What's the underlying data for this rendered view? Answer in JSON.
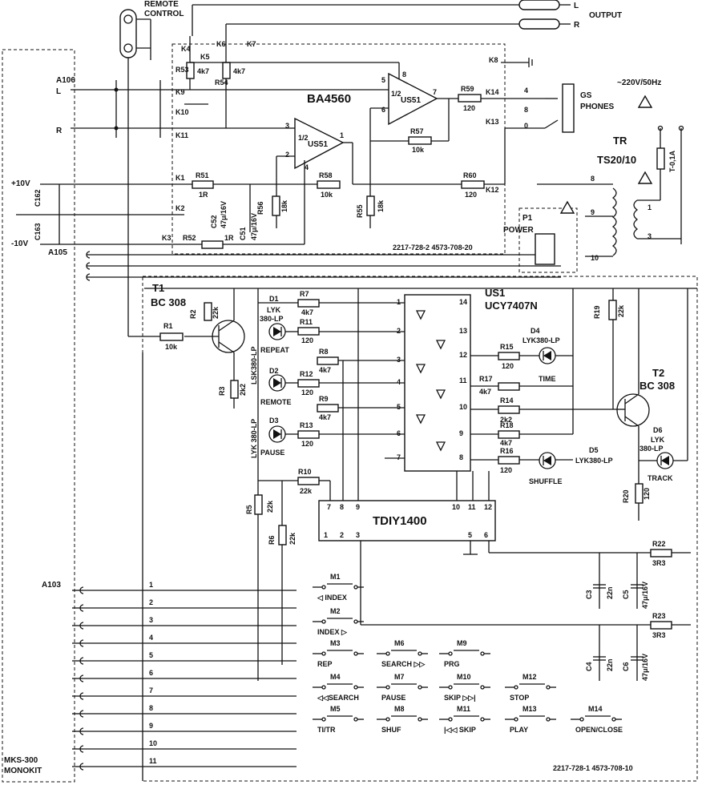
{
  "top": {
    "remote_control": "REMOTE\nCONTROL",
    "output": "OUTPUT",
    "out_l": "L",
    "out_r": "R",
    "k_labels": [
      "K4",
      "K5",
      "K6",
      "K7",
      "K8",
      "K9",
      "K10",
      "K11",
      "K1",
      "K2",
      "K3",
      "K14",
      "K13",
      "K12"
    ],
    "a106": "A106",
    "a106_l": "L",
    "a106_r": "R",
    "a105": "A105",
    "plus10v": "+10V",
    "minus10v": "-10V",
    "opamp_chip": "BA4560",
    "opamp_top": "US51",
    "opamp_bottom": "US51",
    "half": "1/2",
    "gs_phones": "GS\nPHONES",
    "mains": "~220V/50Hz",
    "tr": "TR",
    "tr_model": "TS20/10",
    "fuse": "T-0,1A",
    "p1": "P1",
    "power": "POWER",
    "board_top_code": "2217-728-2    4573-708-20",
    "components": {
      "R53": "R53",
      "R53v": "4k7",
      "R54": "R54",
      "R54v": "4k7",
      "R59": "R59",
      "R59v": "120",
      "R57": "R57",
      "R57v": "10k",
      "R60": "R60",
      "R60v": "120",
      "R51": "R51",
      "R51v": "1R",
      "R52": "R52",
      "R52v": "1R",
      "R58": "R58",
      "R58v": "10k",
      "R56": "R56",
      "R56v": "18k",
      "R55": "R55",
      "R55v": "18k",
      "C52": "C52",
      "C52v": "47μ/16V",
      "C51": "C51",
      "C51v": "47μ/16V",
      "C162": "C162",
      "C163": "C163"
    },
    "pin_nums": [
      "5",
      "8",
      "7",
      "6",
      "3",
      "1",
      "2",
      "4",
      "4",
      "8",
      "0",
      "8",
      "9",
      "1",
      "3",
      "10"
    ]
  },
  "bottom": {
    "t1": "T1",
    "t1_model": "BC 308",
    "t2": "T2",
    "t2_model": "BC 308",
    "us1": "US1",
    "us1_model": "UCY7407N",
    "tdiy": "TDIY1400",
    "a103": "A103",
    "mks": "MKS-300\nMONOKIT",
    "board_bottom_code": "2217-728-1    4573-708-10",
    "leds": {
      "D1": "D1",
      "D1type": "LYK\n380-LP",
      "D1name": "REPEAT",
      "D2": "D2",
      "D2name": "REMOTE",
      "D2type": "LSK380-LP",
      "D3": "D3",
      "D3name": "PAUSE",
      "D3type": "LYK 380-LP",
      "D4": "D4",
      "D4type": "LYK380-LP",
      "D4name": "TIME",
      "D5": "D5",
      "D5type": "LYK380-LP",
      "D5name": "SHUFFLE",
      "D6": "D6",
      "D6type": "LYK\n380-LP",
      "D6name": "TRACK"
    },
    "resistors": {
      "R1": "R1",
      "R1v": "10k",
      "R2": "R2",
      "R2v": "22k",
      "R3": "R3",
      "R3v": "2k2",
      "R7": "R7",
      "R7v": "4k7",
      "R11": "R11",
      "R11v": "120",
      "R8": "R8",
      "R8v": "4k7",
      "R12": "R12",
      "R12v": "120",
      "R9": "R9",
      "R9v": "4k7",
      "R13": "R13",
      "R13v": "120",
      "R10": "R10",
      "R10v": "22k",
      "R5": "R5",
      "R5v": "22k",
      "R6": "R6",
      "R6v": "22k",
      "R15": "R15",
      "R15v": "120",
      "R17": "R17",
      "R17v": "4k7",
      "R14": "R14",
      "R14v": "2k2",
      "R18": "R18",
      "R18v": "4k7",
      "R16": "R16",
      "R16v": "120",
      "R19": "R19",
      "R19v": "22k",
      "R20": "R20",
      "R20v": "120",
      "R22": "R22",
      "R22v": "3R3",
      "R23": "R23",
      "R23v": "3R3",
      "C3": "C3",
      "C3v": "22n",
      "C5": "C5",
      "C5v": "47μ/16V",
      "C4": "C4",
      "C4v": "22n",
      "C6": "C6",
      "C6v": "47μ/16V"
    },
    "us1_pins_left": [
      "1",
      "2",
      "3",
      "4",
      "5",
      "6",
      "7"
    ],
    "us1_pins_right": [
      "14",
      "13",
      "12",
      "11",
      "10",
      "9",
      "8"
    ],
    "tdiy_pins_top": [
      "7",
      "8",
      "9",
      "10",
      "11",
      "12"
    ],
    "tdiy_pins_bottom": [
      "1",
      "2",
      "3",
      "5",
      "6"
    ],
    "connector_pins": [
      "1",
      "2",
      "3",
      "4",
      "5",
      "6",
      "7",
      "8",
      "9",
      "10",
      "11"
    ],
    "switches": [
      {
        "id": "M1",
        "name": "◁ INDEX"
      },
      {
        "id": "M2",
        "name": "INDEX ▷"
      },
      {
        "id": "M3",
        "name": "REP"
      },
      {
        "id": "M4",
        "name": "◁◁SEARCH"
      },
      {
        "id": "M5",
        "name": "TI/TR"
      },
      {
        "id": "M6",
        "name": "SEARCH ▷▷"
      },
      {
        "id": "M7",
        "name": "PAUSE"
      },
      {
        "id": "M8",
        "name": "SHUF"
      },
      {
        "id": "M9",
        "name": "PRG"
      },
      {
        "id": "M10",
        "name": "SKIP ▷▷|"
      },
      {
        "id": "M11",
        "name": "|◁◁ SKIP"
      },
      {
        "id": "M12",
        "name": "STOP"
      },
      {
        "id": "M13",
        "name": "PLAY"
      },
      {
        "id": "M14",
        "name": "OPEN/CLOSE"
      }
    ]
  }
}
